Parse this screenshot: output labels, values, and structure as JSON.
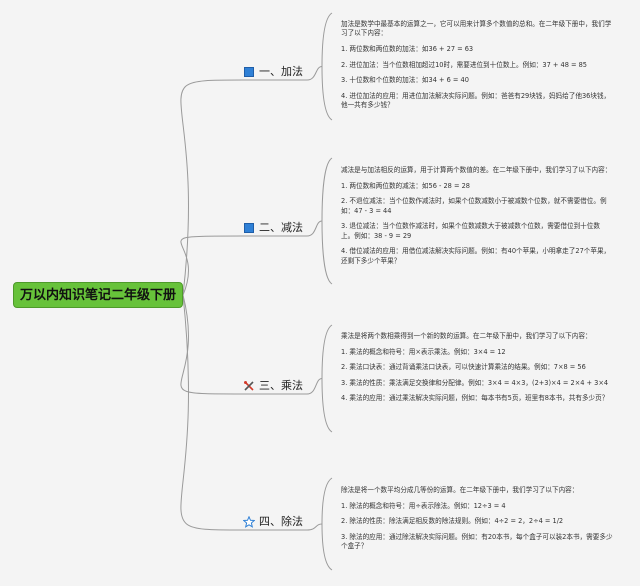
{
  "colors": {
    "root_fill": "#67c23a",
    "line": "#9a9a9a",
    "icon_blue": "#2f80d6",
    "icon_red": "#d23a2a",
    "icon_star": "#2f80d6"
  },
  "root": {
    "label": "万以内知识笔记二年级下册"
  },
  "branches": [
    {
      "icon": "blue-square-icon",
      "label": "一、加法",
      "items": [
        "加法是数学中最基本的运算之一，它可以用来计算多个数值的总和。在二年级下册中，我们学习了以下内容：",
        "1. 两位数和两位数的加法：如36 + 27 = 63",
        "2. 进位加法：当个位数相加超过10时，需要进位到十位数上。例如：37 + 48 = 85",
        "3. 十位数和个位数的加法：如34 + 6 = 40",
        "4. 进位加法的应用：用进位加法解决实际问题。例如：爸爸有29块钱，妈妈给了他36块钱，他一共有多少钱？"
      ]
    },
    {
      "icon": "blue-square-icon",
      "label": "二、减法",
      "items": [
        "减法是与加法相反的运算，用于计算两个数值的差。在二年级下册中，我们学习了以下内容：",
        "1. 两位数和两位数的减法：如56 - 28 = 28",
        "2. 不退位减法：当个位数作减法时，如果个位数减数小于被减数个位数，就不需要借位。例如：47 - 3 = 44",
        "3. 退位减法：当个位数作减法时，如果个位数减数大于被减数个位数，需要借位到十位数上。例如：38 - 9 = 29",
        "4. 借位减法的应用：用借位减法解决实际问题。例如：有40个苹果，小明拿走了27个苹果，还剩下多少个苹果？"
      ]
    },
    {
      "icon": "crossed-tools-icon",
      "label": "三、乘法",
      "items": [
        "乘法是将两个数相乘得到一个新的数的运算。在二年级下册中，我们学习了以下内容：",
        "1. 乘法的概念和符号：用×表示乘法。例如：3×4 = 12",
        "2. 乘法口诀表：通过背诵乘法口诀表，可以快速计算乘法的结果。例如：7×8 = 56",
        "3. 乘法的性质：乘法满足交换律和分配律。例如：3×4 = 4×3，(2+3)×4 = 2×4 + 3×4",
        "4. 乘法的应用：通过乘法解决实际问题，例如：每本书有5页，班里有8本书，共有多少页？"
      ]
    },
    {
      "icon": "star-icon",
      "label": "四、除法",
      "items": [
        "除法是将一个数平均分成几等份的运算。在二年级下册中，我们学习了以下内容：",
        "1. 除法的概念和符号：用÷表示除法。例如：12÷3 = 4",
        "2. 除法的性质：除法满足相反数的除法规则。例如：4÷2 = 2，2÷4 = 1/2",
        "3. 除法的应用：通过除法解决实际问题。例如：有20本书，每个盒子可以装2本书，需要多少个盒子？"
      ]
    }
  ]
}
